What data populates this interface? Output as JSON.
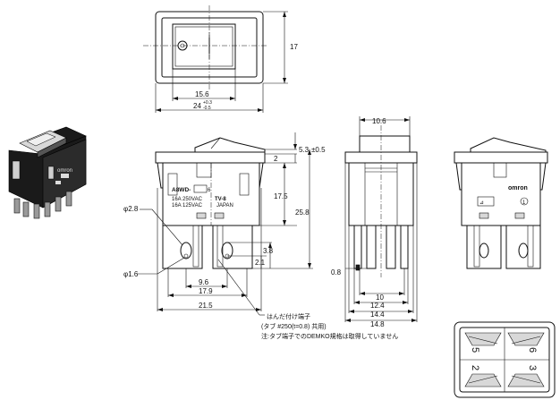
{
  "top_view": {
    "dim_height": "17",
    "dim_inner_width": "15.6",
    "dim_outer_width": "24",
    "dim_outer_tol_upper": "+0.3",
    "dim_outer_tol_lower": "-0.5"
  },
  "front_view": {
    "model": "A8WD-",
    "model_suffix": "6",
    "rating_1": "16A 250VAC",
    "rating_2": "16A 125VAC",
    "cert_mark": "TV-8",
    "origin": "JAPAN",
    "dim_actuator": "5.3",
    "dim_actuator_tol": "±0.5",
    "dim_step": "2",
    "dim_body": "17.5",
    "dim_total_height": "25.8",
    "dim_hole_dia": "φ2.8",
    "dim_pin_dia": "φ1.6",
    "dim_hole_to_bottom": "3.8",
    "dim_pin_to_bottom": "2.1",
    "dim_pitch": "9.6",
    "dim_base_width": "17.9",
    "dim_overall_width": "21.5"
  },
  "side_view": {
    "dim_actuator_width": "10.6",
    "dim_plate": "0.8",
    "dim_terminal_span": "10",
    "dim_base": "12.4",
    "dim_body": "14.4",
    "dim_overall": "14.8"
  },
  "rear_view": {
    "brand": "omron",
    "terminal_1": "1"
  },
  "bottom_view": {
    "terminal_top_left": "5",
    "terminal_top_right": "6",
    "terminal_bottom_left": "2",
    "terminal_bottom_right": "3"
  },
  "notes": {
    "solder_terminal": "はんだ付け端子",
    "tab_note": "(タブ #250(t=0.8) 共用)",
    "demko_note": "注:タブ端子でのDEMKO規格は取得していません"
  },
  "colors": {
    "line": "#111111",
    "body_dark": "#1a1a1a",
    "grey": "#9a9a9a"
  }
}
